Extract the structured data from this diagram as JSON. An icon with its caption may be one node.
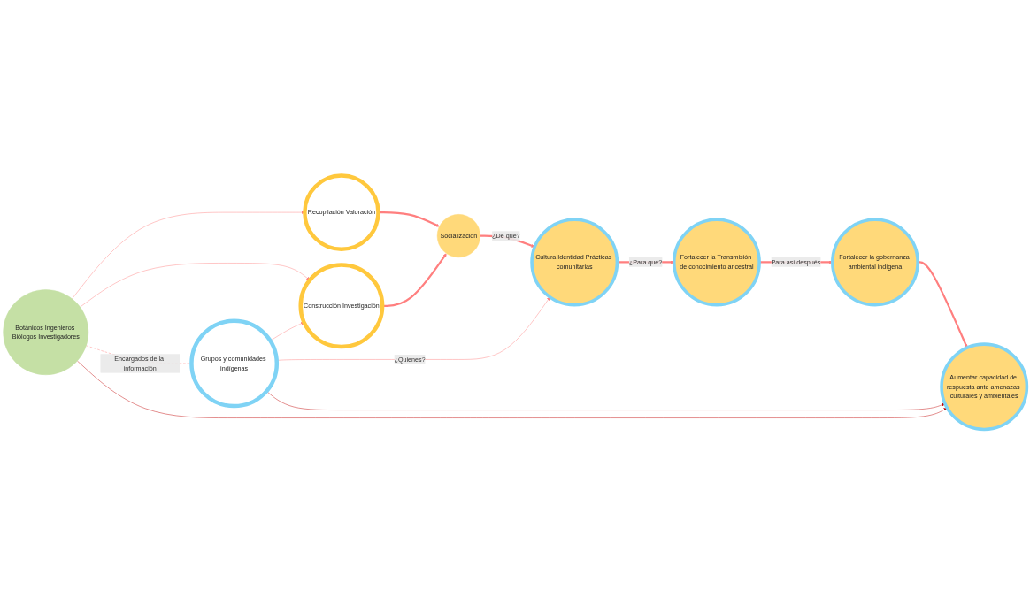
{
  "diagram": {
    "nodes": [
      {
        "text": [
          "Recopilación Valoración"
        ]
      },
      {
        "text": [
          "Socialización"
        ]
      },
      {
        "text": [
          "Cultura Identidad Prácticas comunitarias"
        ]
      },
      {
        "text": [
          "Fortalecer la Transmisión de conocimiento ancestral"
        ]
      },
      {
        "text": [
          "Botánicos Ingenieros Biólogos Investigadores"
        ]
      },
      {
        "text": [
          "Construcción Investigación"
        ]
      },
      {
        "text": [
          "Grupos y comunidades indígenas"
        ]
      },
      {
        "text": [
          "Fortalecer la gobernanza ambiental indígena"
        ]
      },
      {
        "text": [
          "Aumentar capacidad de respuesta ante amenazas culturales y ambientales"
        ]
      }
    ],
    "edges": [
      {
        "from": 0,
        "to": 1,
        "arrow": "to",
        "style": "thick"
      },
      {
        "from": 1,
        "to": 2,
        "arrow": "to",
        "style": "thick",
        "label": "¿De qué?"
      },
      {
        "from": 2,
        "to": 3,
        "arrow": "to",
        "style": "thick",
        "label": "¿Para qué?"
      },
      {
        "from": 3,
        "to": 7,
        "arrow": "to",
        "style": "thick",
        "label": "Para así después"
      },
      {
        "from": 7,
        "to": 8,
        "arrow": "to",
        "style": "thick"
      },
      {
        "from": 4,
        "to": 0,
        "arrow": "to"
      },
      {
        "from": 5,
        "to": 1,
        "arrow": "to",
        "style": "thick"
      },
      {
        "from": 4,
        "to": 5,
        "arrow": "to"
      },
      {
        "from": 6,
        "to": 5,
        "arrow": "to"
      },
      {
        "from": 6,
        "to": 2,
        "arrow": "to",
        "label": "¿Quienes?"
      },
      {
        "from": 4,
        "to": 6,
        "arrow": "none",
        "style": "dashed",
        "label": "Encargados de la información"
      },
      {
        "from": 6,
        "to": 8,
        "arrow": "to",
        "color": "#c00000"
      },
      {
        "from": 4,
        "to": 8,
        "arrow": "to",
        "color": "#c00000"
      }
    ]
  }
}
